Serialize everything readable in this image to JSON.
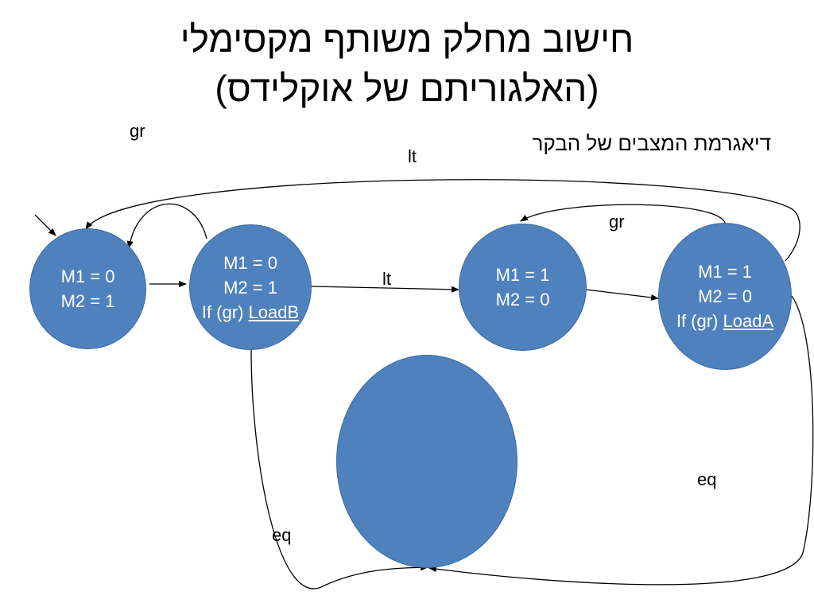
{
  "title": {
    "line1": "חישוב מחלק משותף מקסימלי",
    "line2": "(האלגוריתם של אוקלידס)"
  },
  "subtitle": "דיאגרמת המצבים של הבקר",
  "states": {
    "s1": {
      "line1": "M1 = 0",
      "line2": "M2 = 1"
    },
    "s2": {
      "line1": "M1 = 0",
      "line2": "M2 = 1",
      "line3_prefix": "If (gr) ",
      "line3_action": "LoadB"
    },
    "s3": {
      "line1": "M1 = 1",
      "line2": "M2 = 0"
    },
    "s4": {
      "line1": "M1 = 1",
      "line2": "M2 = 0",
      "line3_prefix": "If (gr) ",
      "line3_action": "LoadA"
    }
  },
  "edge_labels": {
    "gr_self_loop": "gr",
    "lt_top": "lt",
    "lt_mid": "lt",
    "gr_back": "gr",
    "eq_left": "eq",
    "eq_right": "eq"
  }
}
